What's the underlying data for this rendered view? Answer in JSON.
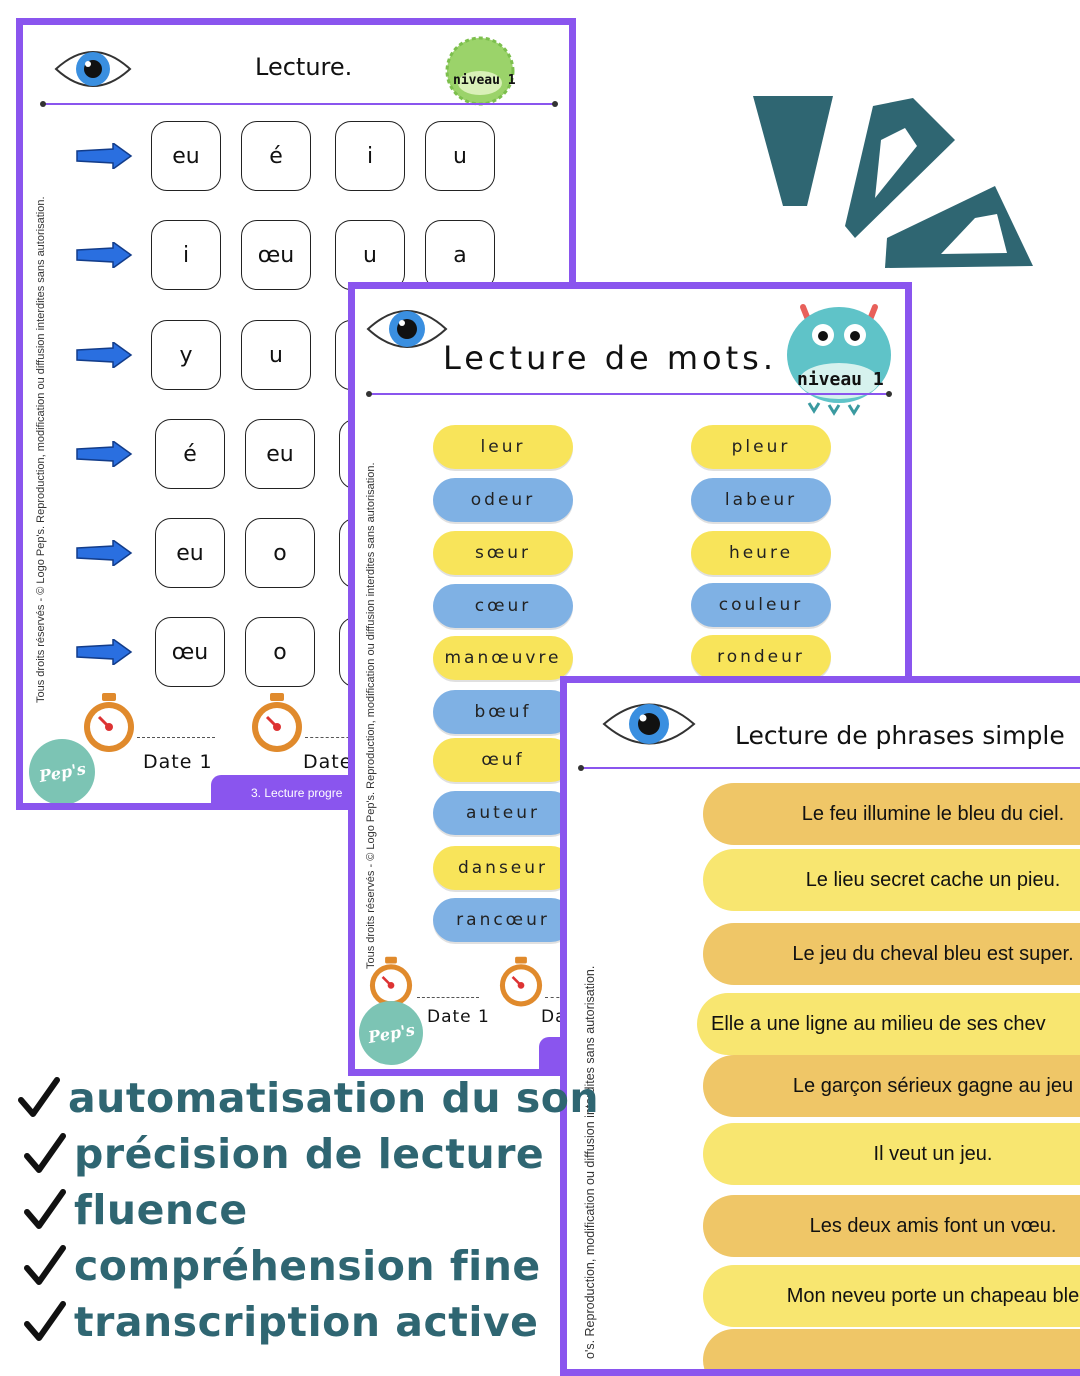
{
  "sheet1": {
    "title": "Lecture.",
    "badge": "niveau 1",
    "copyright": "Tous droits réservés - © Logo Pep's. Reproduction, modification ou diffusion interdites sans autorisation.",
    "rows": [
      [
        "eu",
        "é",
        "i",
        "u"
      ],
      [
        "i",
        "œu",
        "u",
        "a"
      ],
      [
        "y",
        "u"
      ],
      [
        "é",
        "eu"
      ],
      [
        "eu",
        "o"
      ],
      [
        "œu",
        "o"
      ]
    ],
    "date1": "Date 1",
    "date2": "Date",
    "footer": "3. Lecture progre",
    "logo": "Pep's"
  },
  "sheet2": {
    "title": "Lecture de mots.",
    "badge": "niveau 1",
    "copyright": "Tous droits réservés - © Logo Pep's. Reproduction, modification ou diffusion interdites sans autorisation.",
    "left_words": [
      "leur",
      "odeur",
      "sœur",
      "cœur",
      "manœuvre",
      "bœuf",
      "œuf",
      "auteur",
      "danseur",
      "rancœur"
    ],
    "right_words": [
      "pleur",
      "labeur",
      "heure",
      "couleur",
      "rondeur"
    ],
    "date1": "Date 1",
    "date2": "Da",
    "logo": "Pep's"
  },
  "sheet3": {
    "title": "Lecture de phrases simple",
    "copyright": "o's. Reproduction, modification ou diffusion interdites sans autorisation.",
    "sentences": [
      "Le feu illumine le bleu du ciel.",
      "Le lieu secret cache un pieu.",
      "Le jeu du cheval bleu est super.",
      "Elle a une ligne au milieu de ses chev",
      "Le garçon sérieux gagne au jeu",
      "Il veut un jeu.",
      "Les deux amis font un vœu.",
      "Mon neveu porte un chapeau ble"
    ]
  },
  "checklist": [
    "automatisation du son",
    "précision de lecture",
    "fluence",
    "compréhension fine",
    "transcription active"
  ],
  "colors": {
    "purple": "#8a55ee",
    "teal": "#2f6672",
    "yellow": "#f8e45a",
    "blue": "#7fb1e4",
    "orange": "#efc667"
  }
}
